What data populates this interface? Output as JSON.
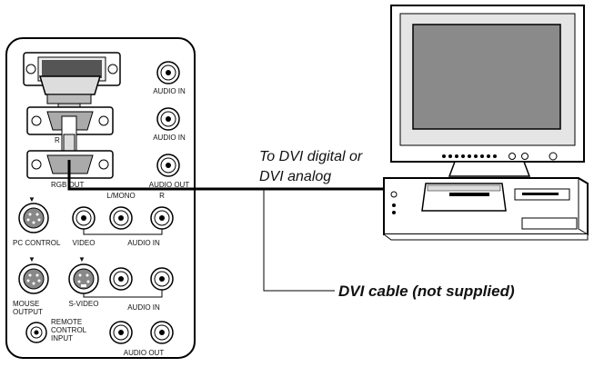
{
  "panel": {
    "audio_in_1": "AUDIO IN",
    "audio_in_2": "AUDIO IN",
    "rgb_in_partial": "R",
    "rgb_out": "RGB OUT",
    "audio_out_1": "AUDIO OUT",
    "lmono": "L/MONO",
    "r": "R",
    "pc_control": "PC CONTROL",
    "video": "VIDEO",
    "audio_in_3": "AUDIO IN",
    "mouse_output": [
      "MOUSE",
      "OUTPUT"
    ],
    "s_video": "S-VIDEO",
    "audio_in_4": "AUDIO IN",
    "remote_control_input": [
      "REMOTE",
      "CONTROL",
      "INPUT"
    ],
    "audio_out_2": "AUDIO OUT"
  },
  "captions": {
    "dvi_target": [
      "To DVI digital or",
      "DVI analog"
    ],
    "cable": "DVI cable (not supplied)"
  }
}
